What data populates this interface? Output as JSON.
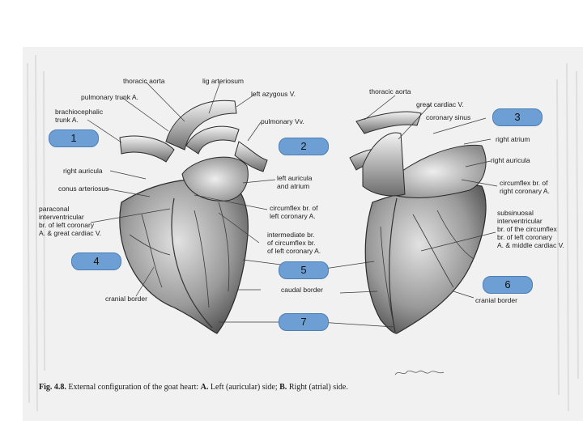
{
  "left_labels": [
    {
      "id": "thoracic-aorta-left",
      "text": "thoracic aorta"
    },
    {
      "id": "lig-arteriosum",
      "text": "lig arteriosum"
    },
    {
      "id": "pulmonary-trunk",
      "text": "pulmonary trunk A."
    },
    {
      "id": "left-azygous",
      "text": "left azygous V."
    },
    {
      "id": "brachiocephalic",
      "text": "brachiocephalic\ntrunk A."
    },
    {
      "id": "pulmonary-vv",
      "text": "pulmonary Vv."
    },
    {
      "id": "right-auricula-left",
      "text": "right auricula"
    },
    {
      "id": "left-auricula",
      "text": "left auricula\nand atrium"
    },
    {
      "id": "conus-arteriosus",
      "text": "conus arteriosus"
    },
    {
      "id": "paraconal",
      "text": "paraconal\ninterventricular\nbr. of left coronary\nA. & great cardiac V."
    },
    {
      "id": "circumflex-left",
      "text": "circumflex br. of\nleft coronary A."
    },
    {
      "id": "intermediate",
      "text": "intermediate br.\nof circumflex br.\nof left coronary A."
    },
    {
      "id": "caudal-border",
      "text": "caudal border"
    },
    {
      "id": "cranial-border-left",
      "text": "cranial border"
    }
  ],
  "right_labels": [
    {
      "id": "thoracic-aorta-right",
      "text": "thoracic aorta"
    },
    {
      "id": "great-cardiac",
      "text": "great cardiac V."
    },
    {
      "id": "coronary-sinus",
      "text": "coronary sinus"
    },
    {
      "id": "right-atrium",
      "text": "right atrium"
    },
    {
      "id": "right-auricula-right",
      "text": "right auricula"
    },
    {
      "id": "circumflex-right",
      "text": "circumflex br. of\nright coronary A."
    },
    {
      "id": "subsinuosal",
      "text": "subsinuosal\ninterventricular\nbr. of the circumflex\nbr. of left coronary\nA. & middle cardiac V."
    },
    {
      "id": "cranial-border-right",
      "text": "cranial border"
    }
  ],
  "badges": [
    "1",
    "2",
    "3",
    "4",
    "5",
    "6",
    "7"
  ],
  "caption": {
    "fig": "Fig. 4.8.",
    "text": "External configuration of the goat heart:",
    "a_label": "A.",
    "a_text": "Left (auricular) side;",
    "b_label": "B.",
    "b_text": "Right (atrial) side."
  },
  "colors": {
    "badge_fill": "#6e9fd4",
    "badge_border": "#4d7db5"
  },
  "icons": {
    "signature": "artist-signature"
  }
}
